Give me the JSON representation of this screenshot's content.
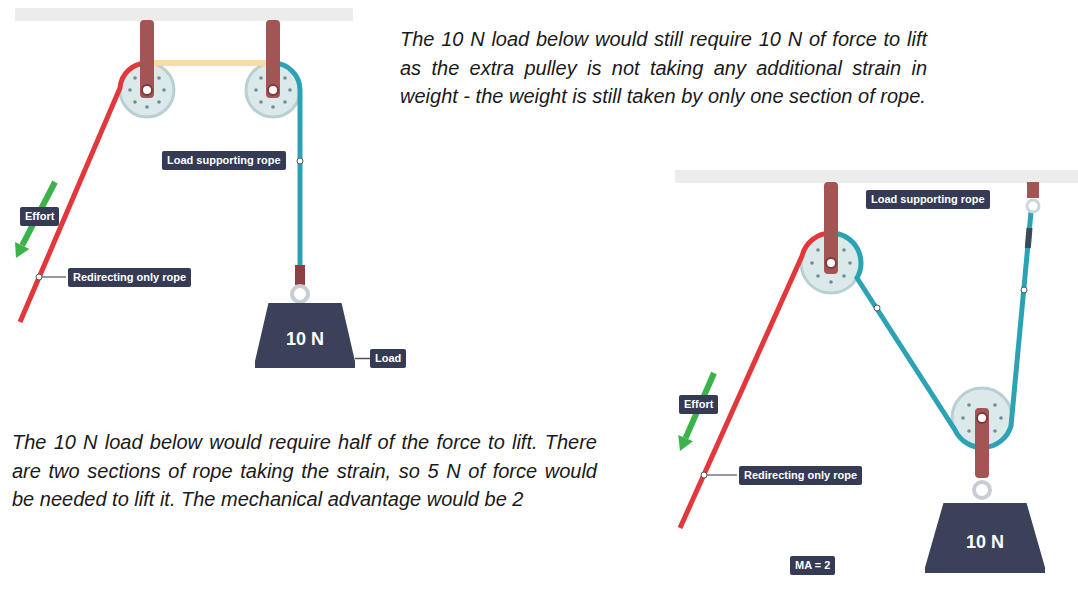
{
  "diagram": {
    "nodes": [
      {
        "text": [
          "Load supporting rope"
        ]
      },
      {
        "text": [
          "Effort"
        ]
      },
      {
        "text": [
          "Redirecting only rope"
        ]
      },
      {
        "text": [
          "10 N"
        ]
      },
      {
        "text": [
          "Load"
        ]
      },
      {
        "text": [
          "Load supporting rope"
        ]
      },
      {
        "text": [
          "Effort"
        ]
      },
      {
        "text": [
          "Redirecting only rope"
        ]
      },
      {
        "text": [
          "10 N"
        ]
      },
      {
        "text": [
          "MA = 2"
        ]
      }
    ],
    "edges": [
      {
        "from": 4,
        "to": 3,
        "arrow": "none"
      }
    ],
    "labels": [
      "The 10 N load below would still require 10 N of force to lift as the extra pulley is not taking any additional strain in weight - the weight is still taken by only one section of rope.",
      "The 10 N load below would require half of the force to lift. There are two sections of rope taking the strain, so 5 N of force would be needed to lift it. The mechanical advantage would be 2"
    ]
  }
}
